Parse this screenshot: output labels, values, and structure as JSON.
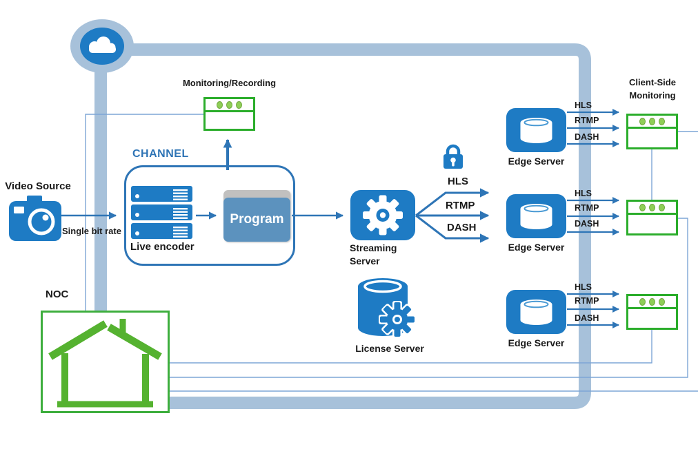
{
  "nodes": {
    "video_source": "Video Source",
    "single_bit_rate": "Single bit rate",
    "channel": "CHANNEL",
    "live_encoder": "Live encoder",
    "program": "Program",
    "monitoring_recording": "Monitoring/Recording",
    "streaming_line1": "Streaming",
    "streaming_line2": "Server",
    "license_server": "License Server",
    "noc": "NOC",
    "client_line1": "Client-Side",
    "client_line2": "Monitoring",
    "edge_server": "Edge Server"
  },
  "protocols": [
    "HLS",
    "RTMP",
    "DASH"
  ],
  "colors": {
    "main_blue": "#1e7bc4",
    "arrow_blue": "#2e75b6",
    "band_blue": "#a7c1da",
    "thin_line_blue": "#7da5d6",
    "channel_text_blue": "#2e74b5",
    "green": "#2bad2b",
    "house_green": "#55b230",
    "dot_green": "#8fce57",
    "program_fill": "#5c92be",
    "program_header": "#c1c0bf"
  }
}
